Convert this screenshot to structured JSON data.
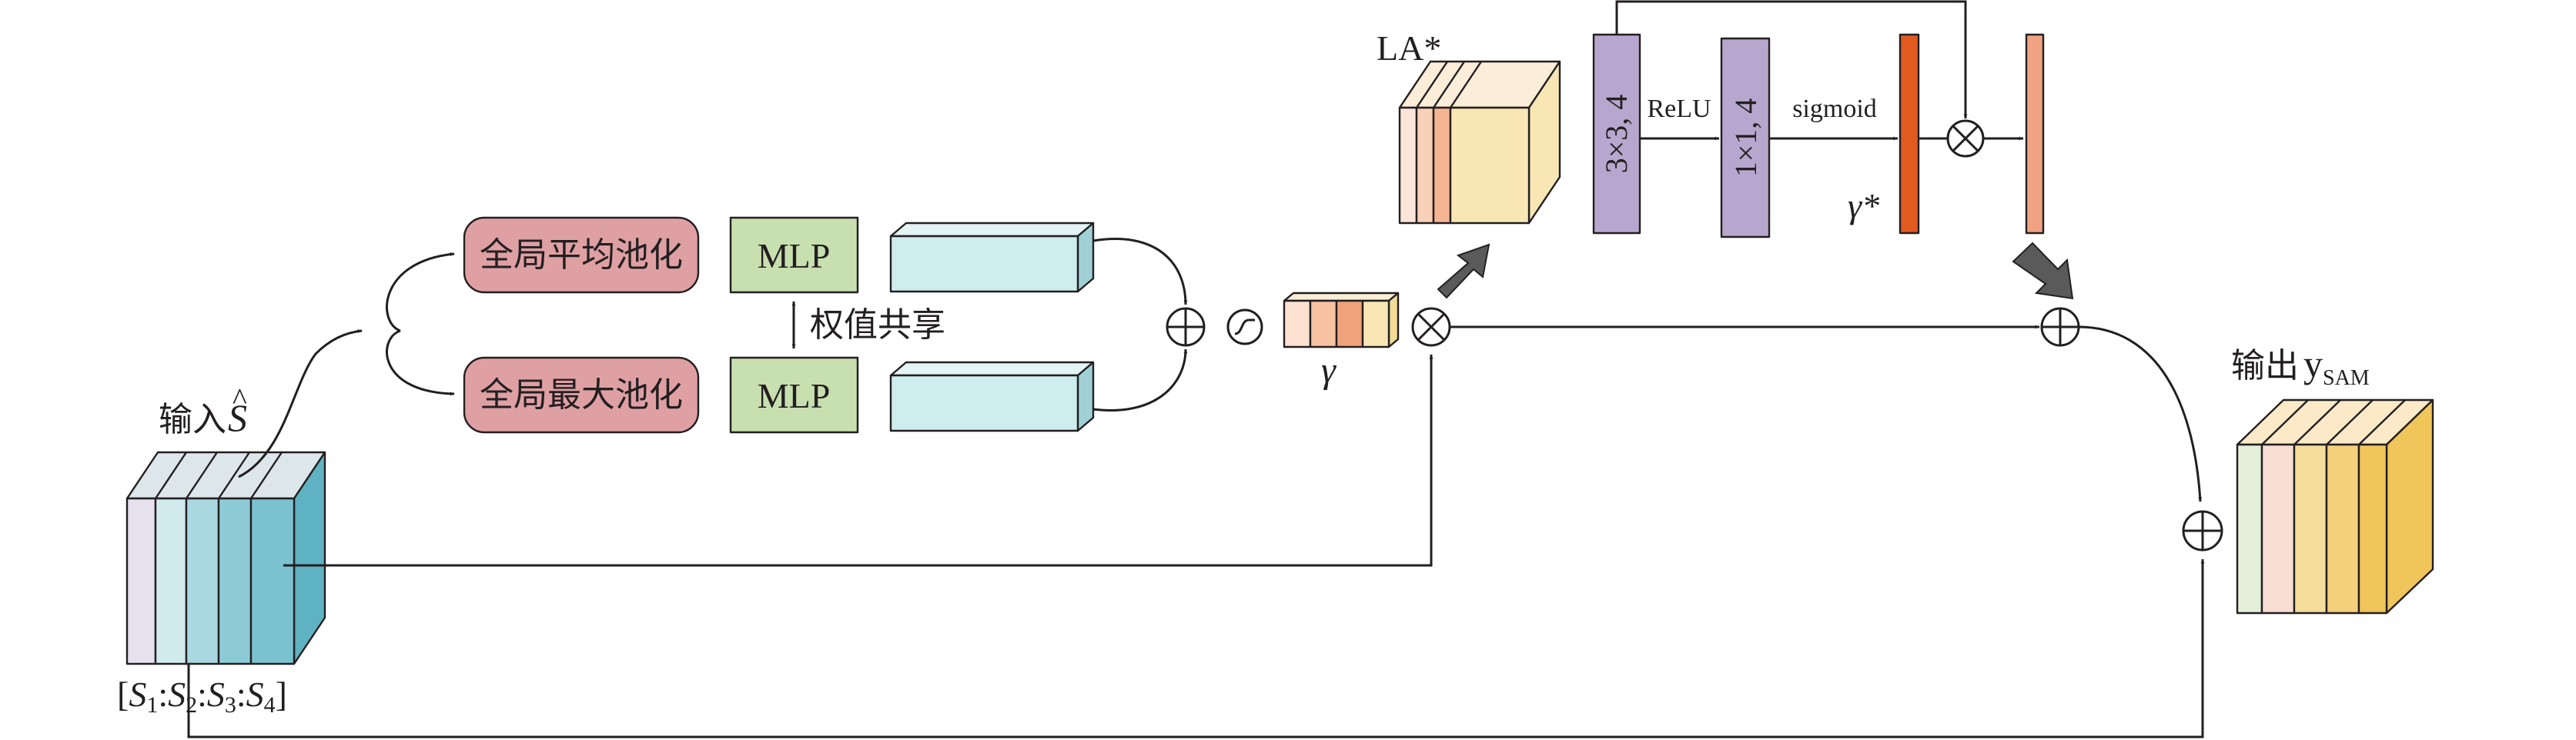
{
  "input": {
    "label": "输入",
    "symbol": "S",
    "hat": "^",
    "concat": {
      "open": "[",
      "close": "]",
      "sep": ":",
      "items": [
        {
          "letter": "S",
          "sub": "1"
        },
        {
          "letter": "S",
          "sub": "2"
        },
        {
          "letter": "S",
          "sub": "3"
        },
        {
          "letter": "S",
          "sub": "4"
        }
      ]
    }
  },
  "pooling": {
    "avg_label": "全局平均池化",
    "max_label": "全局最大池化"
  },
  "mlp": {
    "top_label": "MLP",
    "bottom_label": "MLP",
    "shared_label": "权值共享"
  },
  "gamma": {
    "symbol": "γ"
  },
  "local_attention": {
    "title": "LA*",
    "conv1_label": "3×3, 4",
    "relu_label": "ReLU",
    "conv2_label": "1×1, 4",
    "sigmoid_label": "sigmoid",
    "gamma_star": "γ*"
  },
  "output": {
    "label": "输出",
    "symbol": "y",
    "sub": "SAM"
  },
  "colors": {
    "pool_fill": "#dfa0a4",
    "mlp_fill": "#c8dfb0",
    "feature_fill": "#cfecee",
    "conv_fill": "#b7a7ce",
    "gamma_star_bar": "#e15a1f",
    "out_bar": "#f0a282",
    "block_arrow": "#5a5a5a",
    "stroke": "#231f20"
  }
}
